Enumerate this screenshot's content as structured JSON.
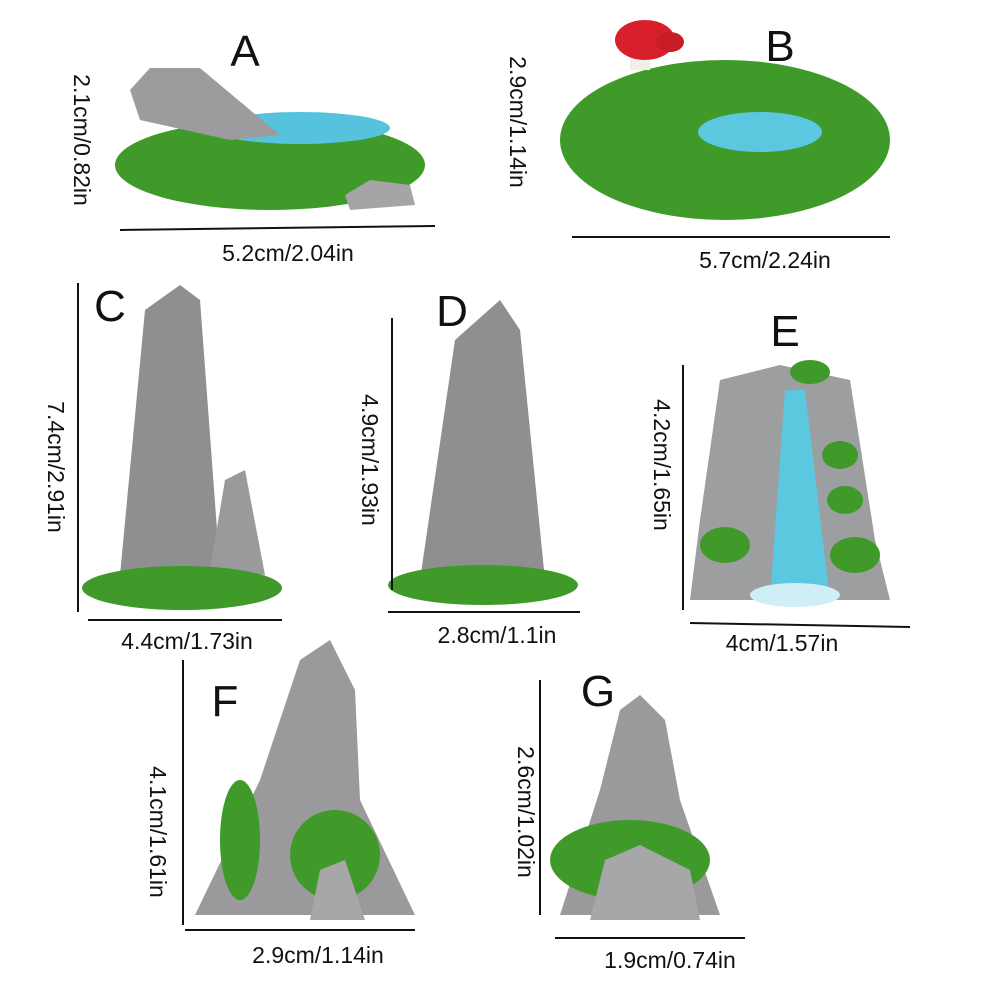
{
  "items": [
    {
      "letter": "A",
      "height": "2.1cm/0.82in",
      "width": "5.2cm/2.04in",
      "kind": "moss pond with rock"
    },
    {
      "letter": "B",
      "height": "2.9cm/1.14in",
      "width": "5.7cm/2.24in",
      "kind": "moss pond with mushroom"
    },
    {
      "letter": "C",
      "height": "7.4cm/2.91in",
      "width": "4.4cm/1.73in",
      "kind": "tall rock peak"
    },
    {
      "letter": "D",
      "height": "4.9cm/1.93in",
      "width": "2.8cm/1.1in",
      "kind": "rock peak"
    },
    {
      "letter": "E",
      "height": "4.2cm/1.65in",
      "width": "4cm/1.57in",
      "kind": "waterfall"
    },
    {
      "letter": "F",
      "height": "4.1cm/1.61in",
      "width": "2.9cm/1.14in",
      "kind": "mossy rock peak"
    },
    {
      "letter": "G",
      "height": "2.6cm/1.02in",
      "width": "1.9cm/0.74in",
      "kind": "small mossy rock"
    }
  ],
  "colors": {
    "moss": "#3f9a2a",
    "rock": "#9a9a9c",
    "water": "#5bc8e0",
    "mushroom": "#d8202c"
  }
}
